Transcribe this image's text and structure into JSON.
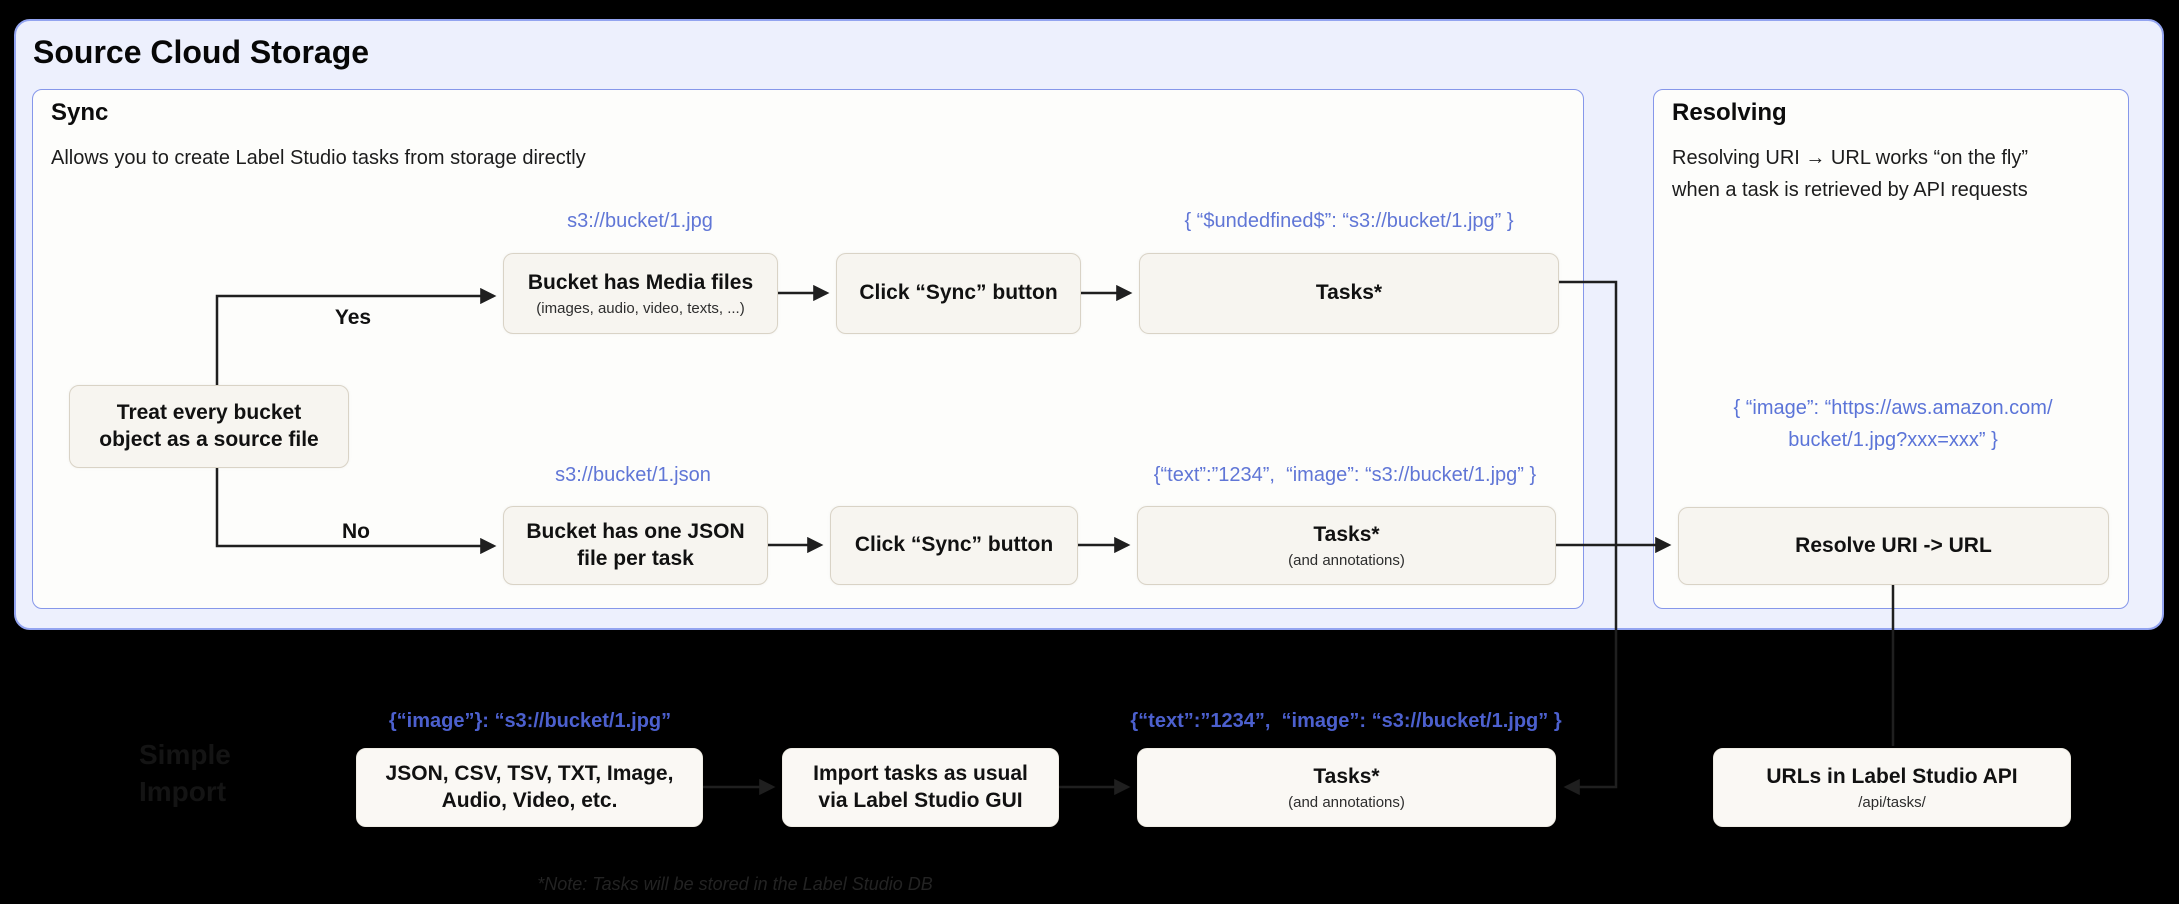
{
  "page": {
    "title": "Source Cloud Storage"
  },
  "sync_panel": {
    "title": "Sync",
    "subtitle": "Allows you to create Label Studio tasks from storage directly",
    "decision": {
      "label": "Treat every bucket object as a source file",
      "yes_label": "Yes",
      "no_label": "No"
    },
    "row_media": {
      "uri_label": "s3://bucket/1.jpg",
      "result_label": "{ “$undedfined$”: “s3://bucket/1.jpg” }",
      "bucket_box_title": "Bucket has Media files",
      "bucket_box_sub": "(images, audio, video, texts, ...)",
      "sync_button_box": "Click “Sync” button",
      "tasks_box_title": "Tasks*"
    },
    "row_json": {
      "uri_label": "s3://bucket/1.json",
      "result_label": "{“text”:”1234”,  “image”: “s3://bucket/1.jpg” }",
      "bucket_box_title": "Bucket has one JSON file per task",
      "sync_button_box": "Click “Sync” button",
      "tasks_box_title": "Tasks*",
      "tasks_box_sub": "(and annotations)"
    }
  },
  "resolving_panel": {
    "title": "Resolving",
    "desc_line1": "Resolving URI → URL works “on the fly”",
    "desc_line2": "when a task is retrieved by API requests",
    "json_line1": "{ “image”: “https://aws.amazon.com/",
    "json_line2": "bucket/1.jpg?xxx=xxx” }",
    "resolve_box": "Resolve URI -> URL"
  },
  "bottom_row": {
    "ghost_line1": "Simple",
    "ghost_line2": "Import",
    "formats_label": "{“image”}: “s3://bucket/1.jpg”",
    "formats_box_line1": "JSON, CSV, TSV, TXT, Image,",
    "formats_box_line2": "Audio, Video, etc.",
    "import_box_line1": "Import tasks as usual",
    "import_box_line2": "via Label Studio GUI",
    "tasks_label": "{“text”:”1234”,  “image”: “s3://bucket/1.jpg” }",
    "tasks_box_title": "Tasks*",
    "tasks_box_sub": "(and annotations)",
    "api_box_title": "URLs in Label Studio API",
    "api_box_sub": "/api/tasks/",
    "note": "*Note: Tasks will be stored in the Label Studio DB"
  },
  "colors": {
    "accent_blue_text": "#6076d6",
    "panel_border_blue": "#8697ea",
    "outer_panel_bg": "#edf0fd",
    "box_bg": "#f7f5f0",
    "background": "#000000"
  }
}
